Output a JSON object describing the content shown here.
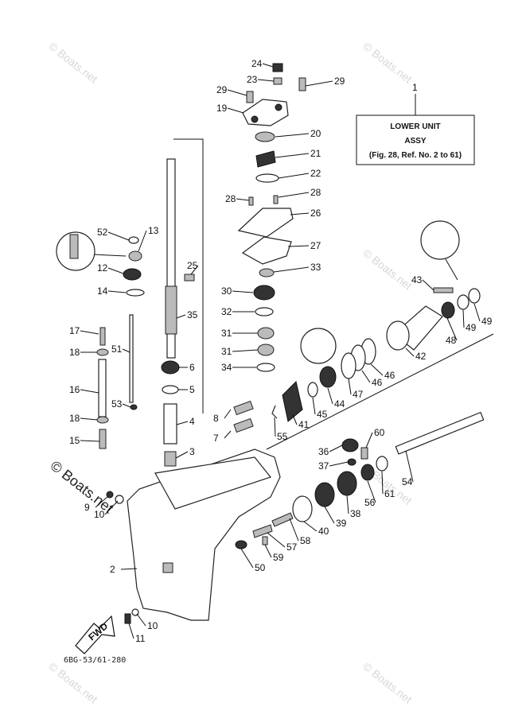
{
  "title_box": {
    "line1": "LOWER UNIT",
    "line2": "ASSY",
    "line3": "(Fig. 28, Ref. No. 2 to 61)",
    "ref_number": "1"
  },
  "fwd_label": "FWD",
  "drawing_code": "6BG-53/61-280",
  "watermark_text": "© Boats.net",
  "watermark_light": "Boats.net",
  "callouts": [
    {
      "id": "c24",
      "label": "24"
    },
    {
      "id": "c23",
      "label": "23"
    },
    {
      "id": "c29a",
      "label": "29"
    },
    {
      "id": "c29b",
      "label": "29"
    },
    {
      "id": "c19",
      "label": "19"
    },
    {
      "id": "c20",
      "label": "20"
    },
    {
      "id": "c21",
      "label": "21"
    },
    {
      "id": "c22",
      "label": "22"
    },
    {
      "id": "c28a",
      "label": "28"
    },
    {
      "id": "c28b",
      "label": "28"
    },
    {
      "id": "c26",
      "label": "26"
    },
    {
      "id": "c27",
      "label": "27"
    },
    {
      "id": "c33",
      "label": "33"
    },
    {
      "id": "c30",
      "label": "30"
    },
    {
      "id": "c32",
      "label": "32"
    },
    {
      "id": "c31a",
      "label": "31"
    },
    {
      "id": "c31b",
      "label": "31"
    },
    {
      "id": "c34",
      "label": "34"
    },
    {
      "id": "c52",
      "label": "52"
    },
    {
      "id": "c13",
      "label": "13"
    },
    {
      "id": "c12",
      "label": "12"
    },
    {
      "id": "c14",
      "label": "14"
    },
    {
      "id": "c25",
      "label": "25"
    },
    {
      "id": "c35",
      "label": "35"
    },
    {
      "id": "c17",
      "label": "17"
    },
    {
      "id": "c51",
      "label": "51"
    },
    {
      "id": "c18a",
      "label": "18"
    },
    {
      "id": "c16",
      "label": "16"
    },
    {
      "id": "c53",
      "label": "53"
    },
    {
      "id": "c18b",
      "label": "18"
    },
    {
      "id": "c15",
      "label": "15"
    },
    {
      "id": "c6",
      "label": "6"
    },
    {
      "id": "c5",
      "label": "5"
    },
    {
      "id": "c4",
      "label": "4"
    },
    {
      "id": "c8",
      "label": "8"
    },
    {
      "id": "c7",
      "label": "7"
    },
    {
      "id": "c3",
      "label": "3"
    },
    {
      "id": "c9",
      "label": "9"
    },
    {
      "id": "c10a",
      "label": "10"
    },
    {
      "id": "c2",
      "label": "2"
    },
    {
      "id": "c10b",
      "label": "10"
    },
    {
      "id": "c11",
      "label": "11"
    },
    {
      "id": "c43",
      "label": "43"
    },
    {
      "id": "c48",
      "label": "48"
    },
    {
      "id": "c49a",
      "label": "49"
    },
    {
      "id": "c49b",
      "label": "49"
    },
    {
      "id": "c42",
      "label": "42"
    },
    {
      "id": "c46a",
      "label": "46"
    },
    {
      "id": "c46b",
      "label": "46"
    },
    {
      "id": "c47",
      "label": "47"
    },
    {
      "id": "c44",
      "label": "44"
    },
    {
      "id": "c45",
      "label": "45"
    },
    {
      "id": "c41",
      "label": "41"
    },
    {
      "id": "c55",
      "label": "55"
    },
    {
      "id": "c60",
      "label": "60"
    },
    {
      "id": "c36",
      "label": "36"
    },
    {
      "id": "c37",
      "label": "37"
    },
    {
      "id": "c54",
      "label": "54"
    },
    {
      "id": "c61",
      "label": "61"
    },
    {
      "id": "c56",
      "label": "56"
    },
    {
      "id": "c38",
      "label": "38"
    },
    {
      "id": "c39",
      "label": "39"
    },
    {
      "id": "c40",
      "label": "40"
    },
    {
      "id": "c58",
      "label": "58"
    },
    {
      "id": "c57",
      "label": "57"
    },
    {
      "id": "c59",
      "label": "59"
    },
    {
      "id": "c50",
      "label": "50"
    }
  ]
}
